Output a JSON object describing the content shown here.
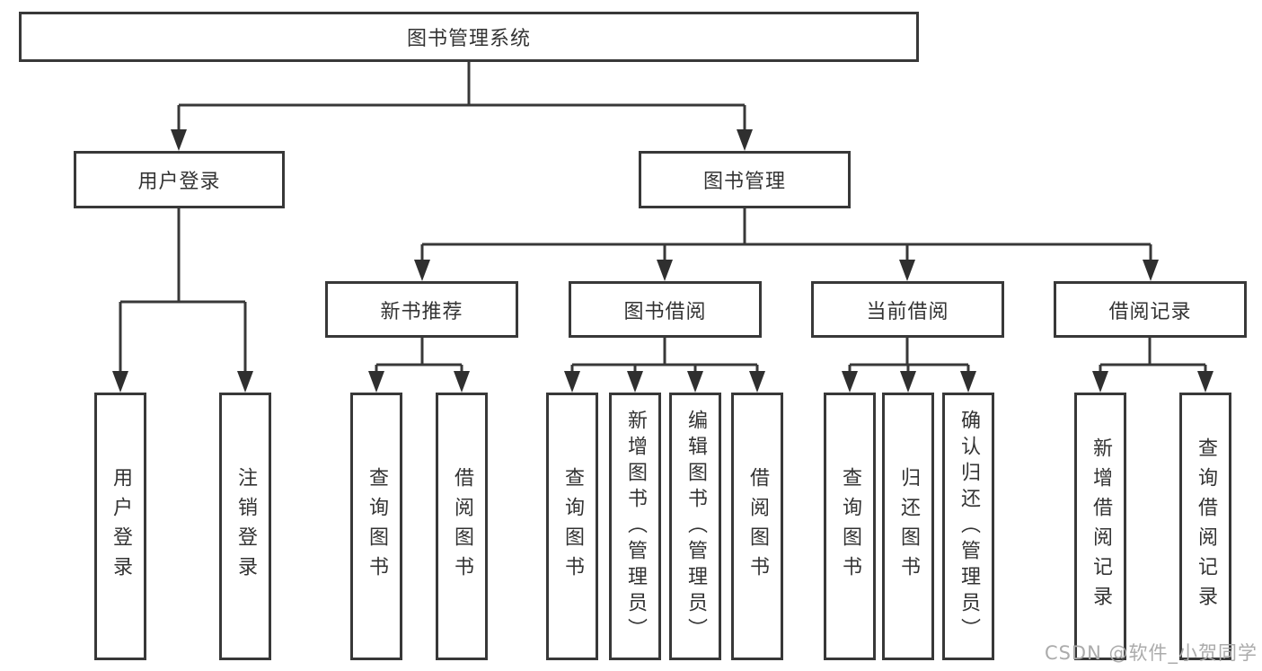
{
  "diagram_title": "图书管理系统",
  "tree": {
    "label": "图书管理系统",
    "children": [
      {
        "label": "用户登录",
        "children": [
          {
            "label": "用户登录"
          },
          {
            "label": "注销登录"
          }
        ]
      },
      {
        "label": "图书管理",
        "children": [
          {
            "label": "新书推荐",
            "children": [
              {
                "label": "查询图书"
              },
              {
                "label": "借阅图书"
              }
            ]
          },
          {
            "label": "图书借阅",
            "children": [
              {
                "label": "查询图书"
              },
              {
                "label": "新增图书（管理员）"
              },
              {
                "label": "编辑图书（管理员）"
              },
              {
                "label": "借阅图书"
              }
            ]
          },
          {
            "label": "当前借阅",
            "children": [
              {
                "label": "查询图书"
              },
              {
                "label": "归还图书"
              },
              {
                "label": "确认归还（管理员）"
              }
            ]
          },
          {
            "label": "借阅记录",
            "children": [
              {
                "label": "新增借阅记录"
              },
              {
                "label": "查询借阅记录"
              }
            ]
          }
        ]
      }
    ]
  },
  "watermark": {
    "text": "CSDN @软件_小贺同学"
  },
  "colors": {
    "line": "#383838",
    "arrow": "#2f2f2f",
    "text": "#333333",
    "box_background": "#ffffff",
    "watermark": "#ababab"
  }
}
